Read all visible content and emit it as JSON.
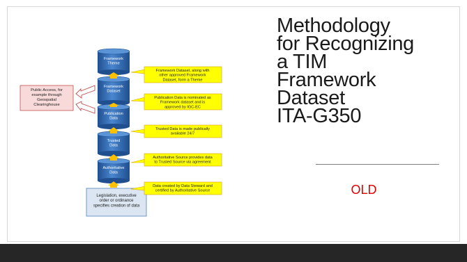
{
  "slide": {
    "title": "Methodology\nfor Recognizing\na TIM\nFramework\nDataset\nITA-G350",
    "status": "OLD"
  },
  "diagram": {
    "cylinders": [
      {
        "label": "Framework\nTheme"
      },
      {
        "label": "Framework\nDataset"
      },
      {
        "label": "Publication\nData"
      },
      {
        "label": "Trusted\nData"
      },
      {
        "label": "Authoritative\nData"
      }
    ],
    "notes": [
      {
        "text": "Framework Dataset, along with\nother approved Framework\nDataset, form a Theme"
      },
      {
        "text": "Publication Data is nominated as\nFramework dataset and is\napproved by IGC-EC"
      },
      {
        "text": "Trusted Data is made publically\navailable 24/7"
      },
      {
        "text": "Authoritative Source provides data\nto Trusted Source via agreement"
      },
      {
        "text": "Data created by Data Steward and\ncertified by Authoritative Source"
      }
    ],
    "source_box": "Legislation, executive\norder or ordinance\nspecifies creation of data",
    "public_box": "Public Access, for\nexample through\nGeospatial\nClearinghouse"
  },
  "colors": {
    "cylinder": "#2f6db5",
    "note_fill": "#ffff00",
    "note_border": "#d8a000",
    "arrow": "#ffc000",
    "source_fill": "#dce6f2",
    "public_fill": "#f8dada",
    "public_border": "#c0504d",
    "status": "#e00000",
    "bottom_bar": "#262626"
  }
}
